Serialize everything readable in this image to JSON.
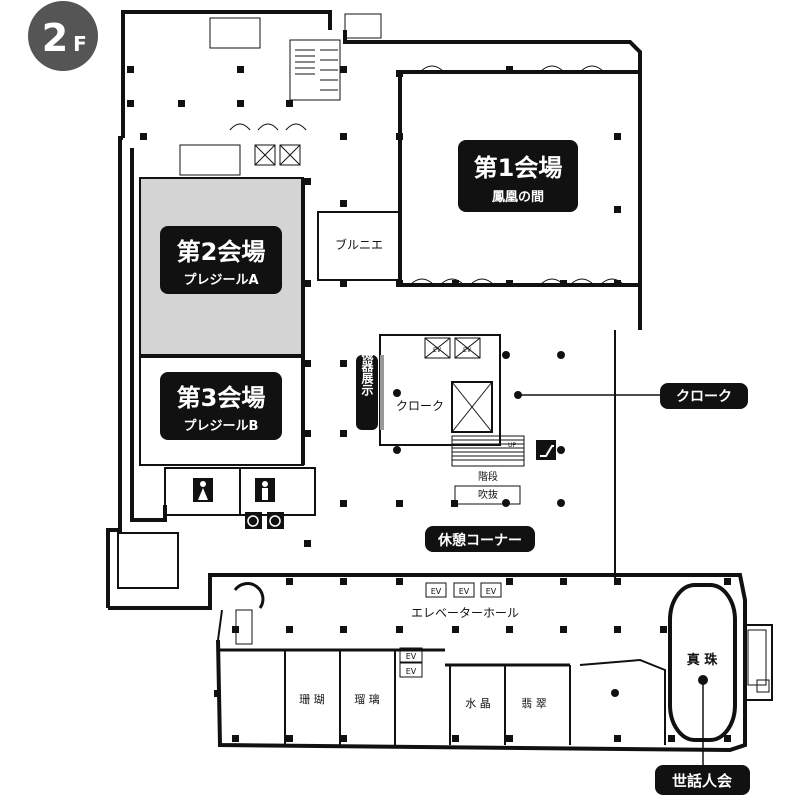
{
  "floor": {
    "number": "2",
    "suffix": "F"
  },
  "colors": {
    "ink": "#111111",
    "room_gray": "#d4d4d4",
    "white": "#ffffff"
  },
  "rooms": {
    "hall1": {
      "title": "第1会場",
      "sub": "鳳凰の間"
    },
    "hall2": {
      "title": "第2会場",
      "sub": "プレジールA"
    },
    "hall3": {
      "title": "第3会場",
      "sub": "プレジールB"
    },
    "brunier": "ブルニエ",
    "equipment": "機器展示",
    "cloak_room": "クローク",
    "cloak_callout": "クローク",
    "lounge": "休憩コーナー",
    "elevator_hall": "エレベーターホール",
    "shinju": "真 珠",
    "sango": "珊 瑚",
    "ruri": "瑠 璃",
    "suisho": "水 晶",
    "hisui": "翡 翠",
    "sewanin": "世話人会",
    "kaidan": "階段",
    "fukinuke": "吹抜",
    "up": "UP",
    "ev": "EV"
  }
}
